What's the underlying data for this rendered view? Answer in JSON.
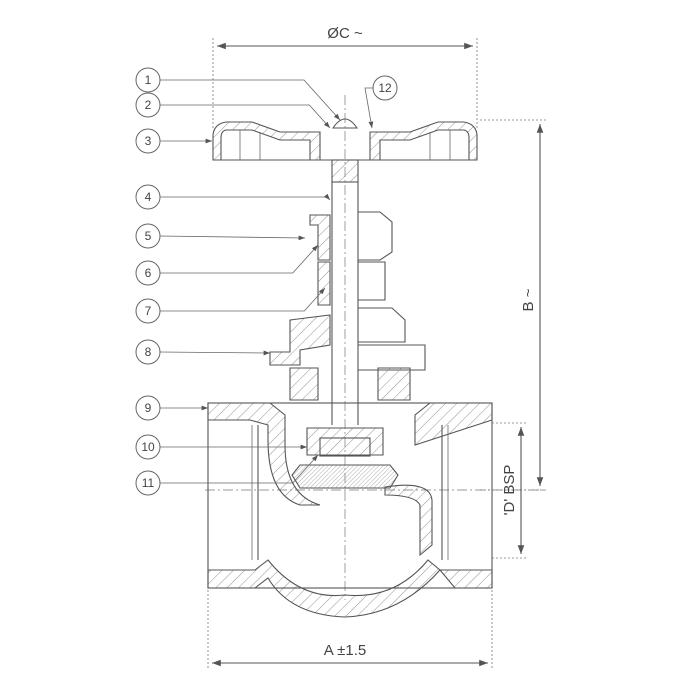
{
  "dimensions": {
    "diameter_c": "ØC ~",
    "height_b": "B ~",
    "thread_d": "'D' BSP",
    "length_a": "A ±1.5"
  },
  "callouts": [
    "1",
    "2",
    "3",
    "4",
    "5",
    "6",
    "7",
    "8",
    "9",
    "10",
    "11",
    "12"
  ],
  "colors": {
    "line": "#555555",
    "background": "#ffffff"
  }
}
